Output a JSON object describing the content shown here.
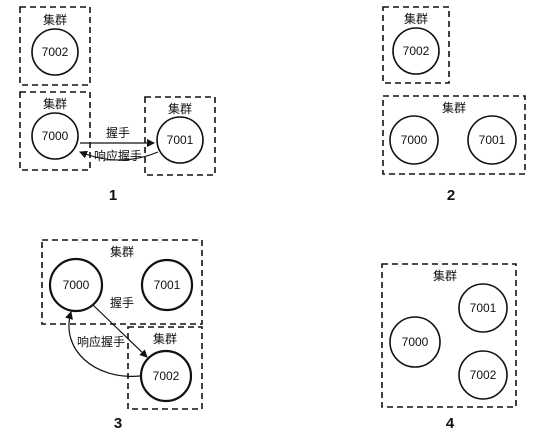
{
  "cluster_label": "集群",
  "nodes": {
    "a": "7000",
    "b": "7001",
    "c": "7002"
  },
  "handshake_label": "握手",
  "response_label": "响应握手",
  "panels": [
    {
      "number": "1"
    },
    {
      "number": "2"
    },
    {
      "number": "3"
    },
    {
      "number": "4"
    }
  ],
  "colors": {
    "stroke": "#111111",
    "background": "#ffffff"
  }
}
